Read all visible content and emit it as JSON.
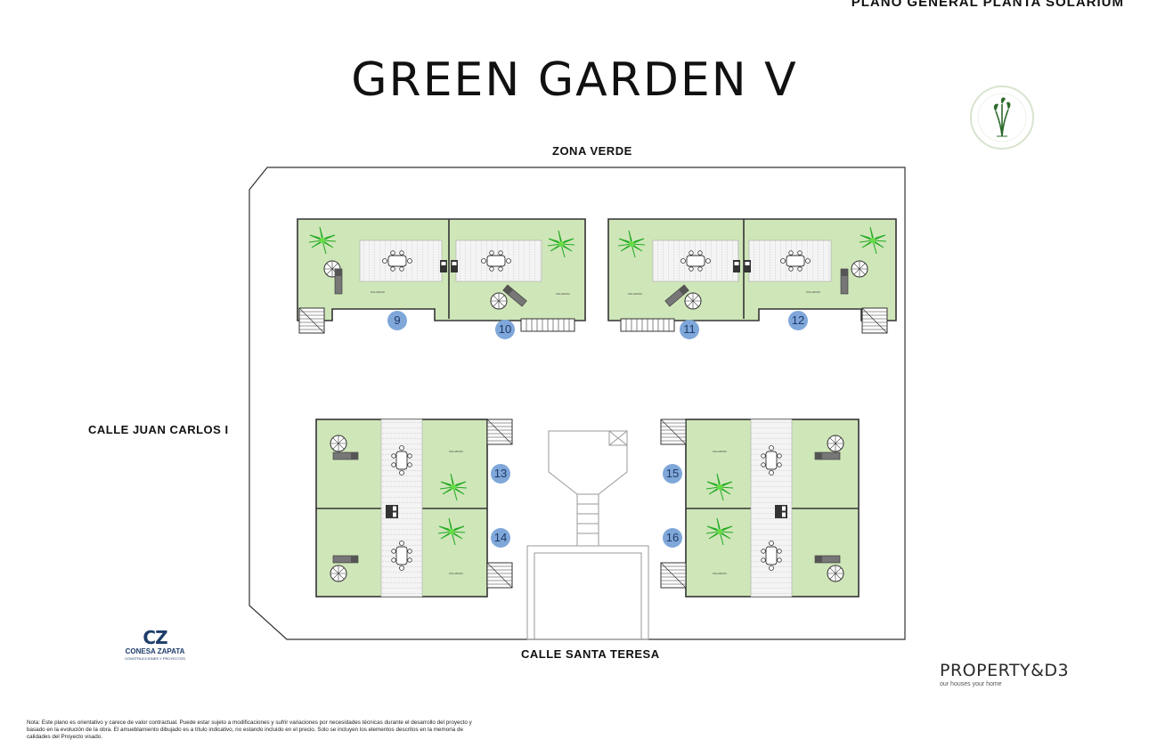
{
  "header": {
    "sheet_title": "PLANO GENERAL PLANTA SOLARIUM"
  },
  "title": "GREEN GARDEN V",
  "streets": {
    "north": "ZONA VERDE",
    "west": "CALLE JUAN CARLOS I",
    "south": "CALLE SANTA TERESA"
  },
  "units": [
    "9",
    "10",
    "11",
    "12",
    "13",
    "14",
    "15",
    "16"
  ],
  "room_label": "SOLARIUM",
  "logos": {
    "green_garden": "GREEN GARDEN RESIDENTIAL",
    "conesa_mark": "CZ",
    "conesa_name": "CONESA ZAPATA",
    "conesa_sub": "CONSTRUCCIONES Y PROYECTOS",
    "property_name": "PROPERTY&D3",
    "property_tagline": "our houses your home"
  },
  "colors": {
    "garden": "#cfe6b9",
    "plant": "#33cc33",
    "unit_badge": "#7fa7d9",
    "walls": "#333333"
  },
  "note": "Nota: Este plano es orientativo y carece de valor contractual. Puede estar sujeto a modificaciones y sufrir variaciones por necesidades técnicas durante el desarrollo del proyecto y basado en la evolución de la obra. El amueblamiento dibujado es a título indicativo, no estando incluido en el precio. Solo se incluyen los elementos descritos en la memoria de calidades del Proyecto visado."
}
